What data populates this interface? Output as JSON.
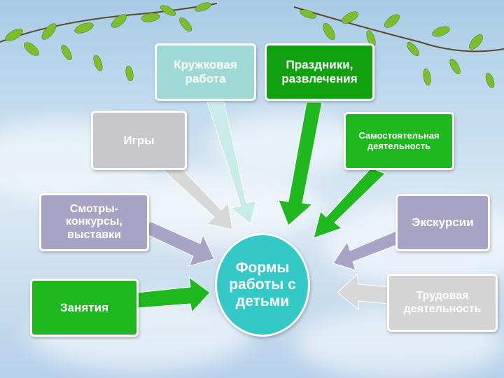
{
  "center": {
    "label": "Формы\nработы с\nдетьми"
  },
  "nodes": {
    "kruzhkovaya": "Кружковая\nработа",
    "prazdniki": "Праздники,\nразвлечения",
    "igry": "Игры",
    "samostoyatelnaya": "Самостоятельная\nдеятельность",
    "smotry": "Смотры-\nконкурсы,\nвыставки",
    "ekskursii": "Экскурсии",
    "zanyatiya": "Занятия",
    "trudovaya": "Трудовая\nдеятельность"
  },
  "colors": {
    "center": "#34c9c7",
    "green": "#1fb81f",
    "gray": "#c8c8cc",
    "purple": "#a7a4c6",
    "teal": "#9fd9d6"
  }
}
